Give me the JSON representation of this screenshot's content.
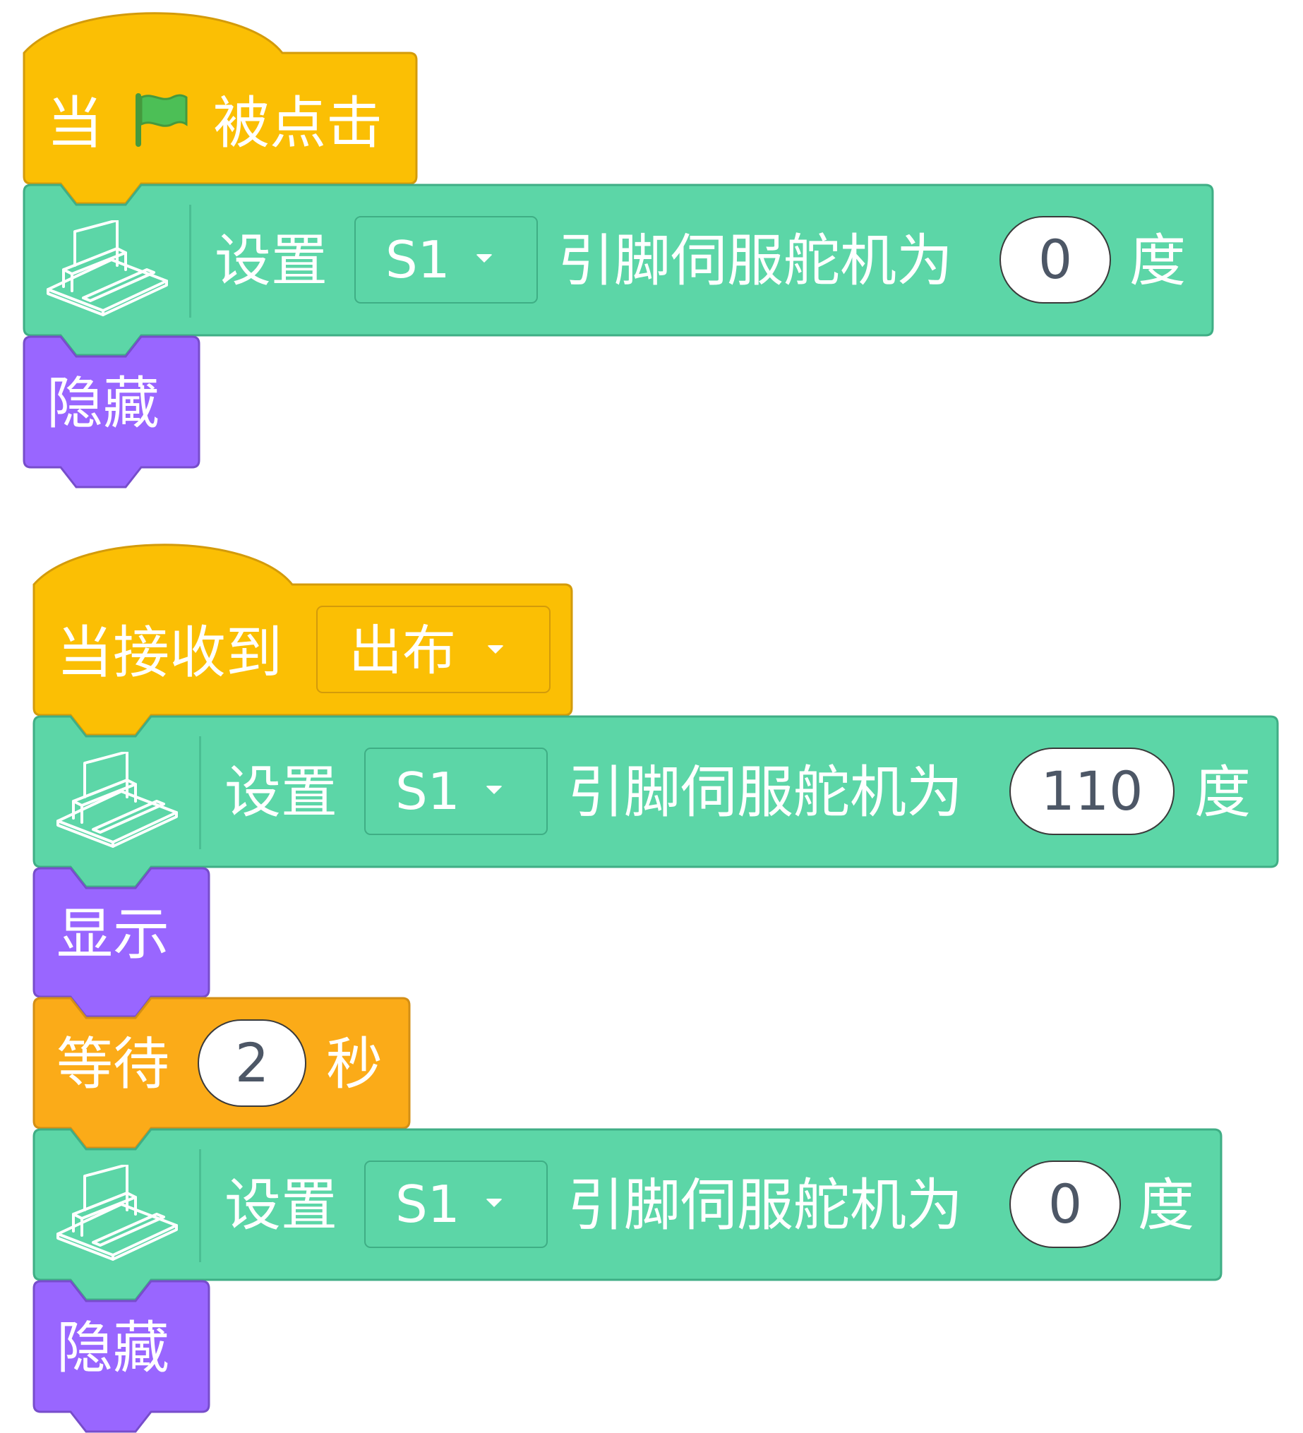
{
  "colors": {
    "events": "#fbbf04",
    "events_border": "#d39b0b",
    "servo": "#5cd6a7",
    "servo_border": "#3fae85",
    "looks": "#9966ff",
    "looks_border": "#774dcb",
    "control": "#fbab18",
    "control_border": "#d38f16",
    "flag_green": "#4cbf56",
    "flag_dark": "#45993d",
    "input_text": "#4d5766"
  },
  "script1": {
    "hat": {
      "prefix": "当",
      "icon": "green-flag-icon",
      "suffix": "被点击"
    },
    "servo_block": {
      "icon": "servo-motor-icon",
      "label_set": "设置",
      "pin_value": "S1",
      "label_middle": "引脚伺服舵机为",
      "angle": "0",
      "label_unit": "度"
    },
    "hide_block": {
      "label": "隐藏"
    }
  },
  "script2": {
    "hat": {
      "label": "当接收到",
      "message_value": "出布"
    },
    "servo_block_1": {
      "icon": "servo-motor-icon",
      "label_set": "设置",
      "pin_value": "S1",
      "label_middle": "引脚伺服舵机为",
      "angle": "110",
      "label_unit": "度"
    },
    "show_block": {
      "label": "显示"
    },
    "wait_block": {
      "label_wait": "等待",
      "seconds": "2",
      "label_unit": "秒"
    },
    "servo_block_2": {
      "icon": "servo-motor-icon",
      "label_set": "设置",
      "pin_value": "S1",
      "label_middle": "引脚伺服舵机为",
      "angle": "0",
      "label_unit": "度"
    },
    "hide_block": {
      "label": "隐藏"
    }
  }
}
